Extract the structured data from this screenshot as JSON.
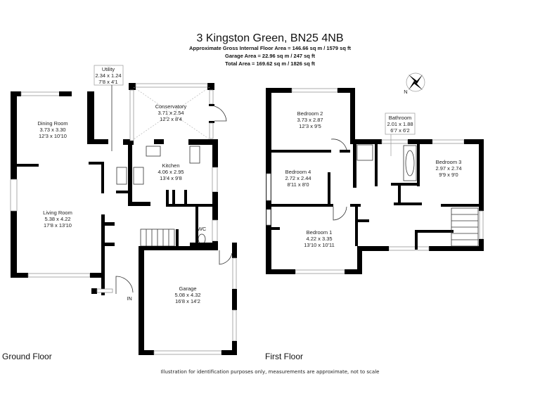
{
  "header": {
    "title": "3 Kingston Green, BN25 4NB",
    "gross_area": "Approximate Gross Internal Floor Area = 146.66 sq m / 1579 sq ft",
    "garage_area": "Garage Area = 22.96 sq m / 247 sq ft",
    "total_area": "Total Area = 169.62 sq m / 1826 sq ft"
  },
  "ground_floor": {
    "label": "Ground Floor",
    "entrance": "IN",
    "rooms": {
      "utility": {
        "name": "Utility",
        "metric": "2.34 x 1.24",
        "imperial": "7'8 x 4'1"
      },
      "conservatory": {
        "name": "Conservatory",
        "metric": "3.71 x 2.54",
        "imperial": "12'2 x 8'4"
      },
      "dining": {
        "name": "Dining Room",
        "metric": "3.73 x 3.30",
        "imperial": "12'3 x 10'10"
      },
      "kitchen": {
        "name": "Kitchen",
        "metric": "4.06 x 2.95",
        "imperial": "13'4 x 9'8"
      },
      "living": {
        "name": "Living Room",
        "metric": "5.38 x 4.22",
        "imperial": "17'8 x 13'10"
      },
      "wc": {
        "name": "WC"
      },
      "garage": {
        "name": "Garage",
        "metric": "5.08 x 4.32",
        "imperial": "16'8 x 14'2"
      }
    }
  },
  "first_floor": {
    "label": "First Floor",
    "compass": "N",
    "rooms": {
      "bedroom2": {
        "name": "Bedroom 2",
        "metric": "3.73 x 2.87",
        "imperial": "12'3 x 9'5"
      },
      "bathroom": {
        "name": "Bathroom",
        "metric": "2.01 x 1.88",
        "imperial": "6'7 x 6'2"
      },
      "bedroom3": {
        "name": "Bedroom 3",
        "metric": "2.97 x 2.74",
        "imperial": "9'9 x 9'0"
      },
      "bedroom4": {
        "name": "Bedroom 4",
        "metric": "2.72 x 2.44",
        "imperial": "8'11 x 8'0"
      },
      "bedroom1": {
        "name": "Bedroom 1",
        "metric": "4.22 x 3.35",
        "imperial": "13'10 x 10'11"
      }
    }
  },
  "footer": {
    "disclaimer": "Illustration for identification purposes only, measurements are approximate, not to scale"
  }
}
